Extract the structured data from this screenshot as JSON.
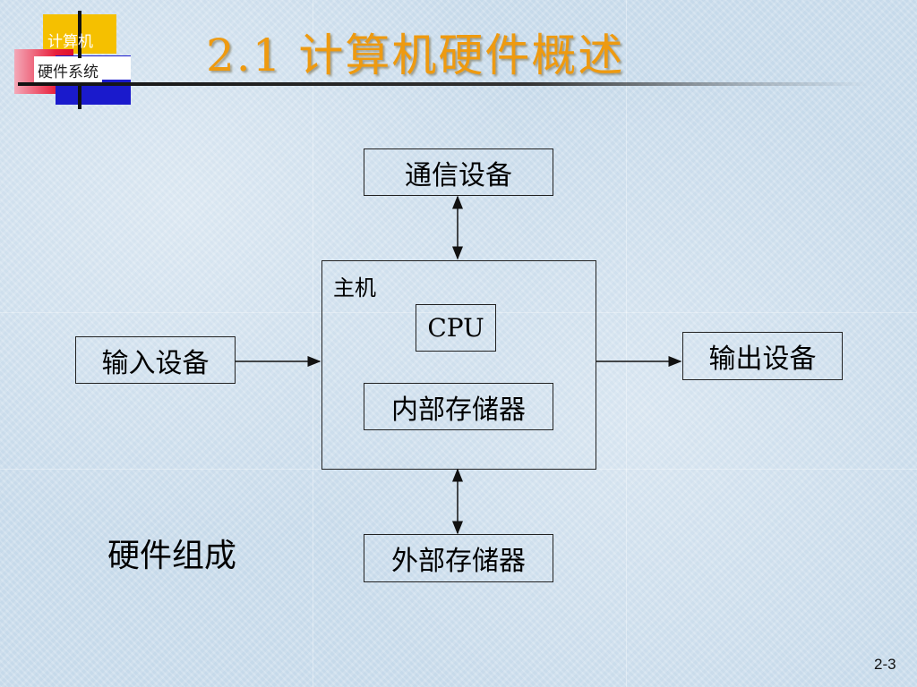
{
  "logo": {
    "label_top": "计算机",
    "label_bottom": "硬件系统"
  },
  "title": "2.1  计算机硬件概述",
  "diagram": {
    "communication_device": "通信设备",
    "host_label": "主机",
    "cpu": "CPU",
    "internal_memory": "内部存储器",
    "input_device": "输入设备",
    "output_device": "输出设备",
    "external_memory": "外部存储器"
  },
  "caption": "硬件组成",
  "page_number": "2-3",
  "colors": {
    "title": "#ee9a10",
    "logo_yellow": "#f5c000",
    "logo_red": "#e8203c",
    "logo_blue": "#1a1acc",
    "background": "#cfe0ee"
  }
}
